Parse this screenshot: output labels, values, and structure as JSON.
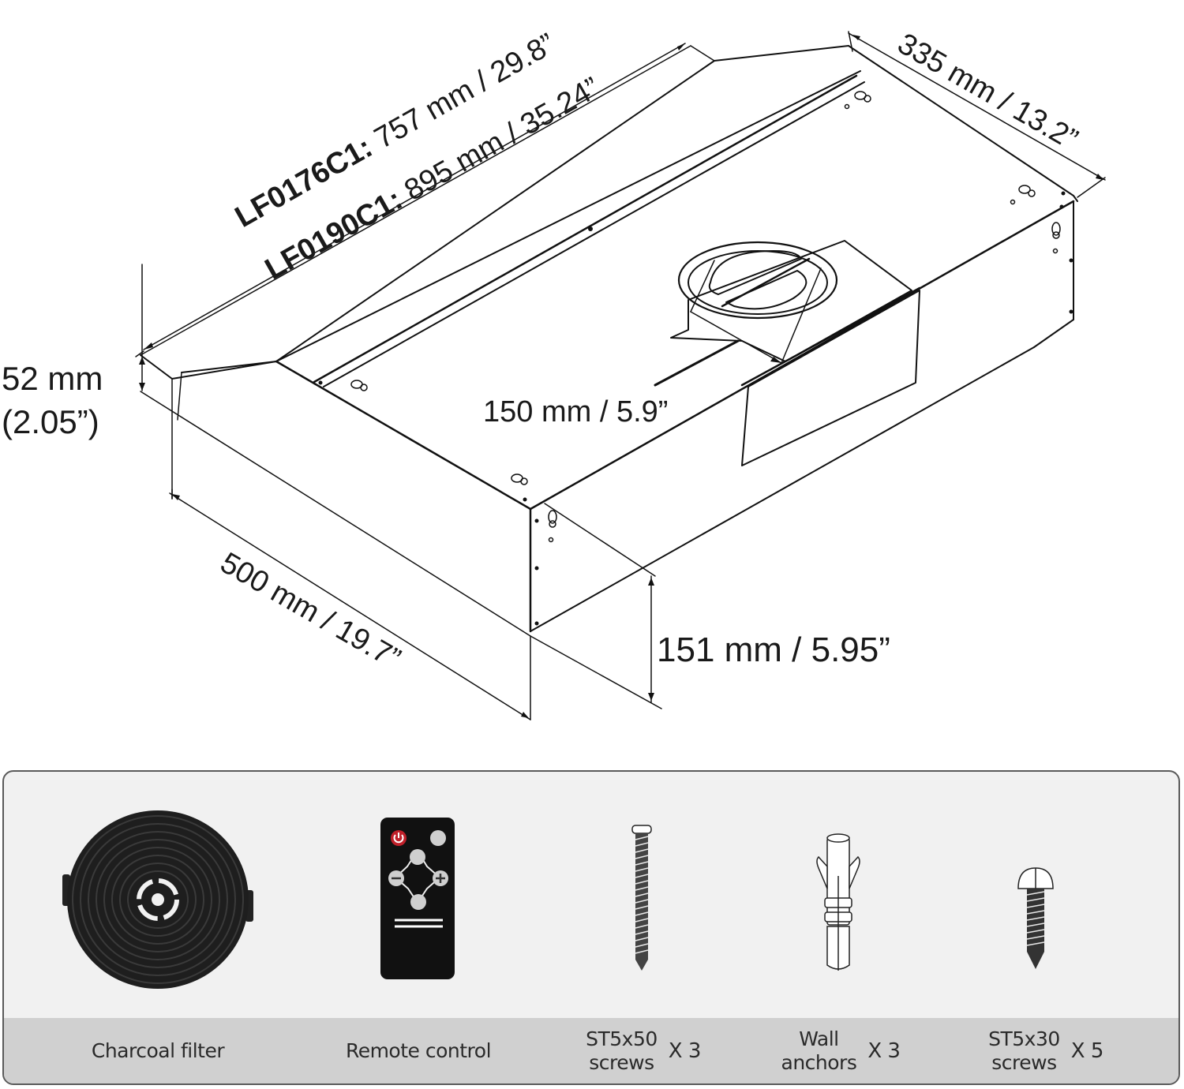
{
  "diagram": {
    "title": "Range hood dimension diagram",
    "dimensions": {
      "length_model_a": {
        "model": "LF0176C1:",
        "value": "757 mm / 29.8”"
      },
      "length_model_b": {
        "model": "LF0190C1:",
        "value": "895 mm / 35.24”"
      },
      "depth_top": "335 mm / 13.2”",
      "front_lip_height_line1": "52 mm",
      "front_lip_height_line2": "(2.05”)",
      "duct_diameter": "150 mm / 5.9”",
      "depth_bottom": "500 mm / 19.7”",
      "body_height": "151 mm / 5.95”"
    }
  },
  "accessories": {
    "items": [
      {
        "icon": "charcoal-filter-icon",
        "label": "Charcoal filter",
        "qty": ""
      },
      {
        "icon": "remote-control-icon",
        "label": "Remote control",
        "qty": ""
      },
      {
        "icon": "long-screw-icon",
        "label_line1": "ST5x50",
        "label_line2": "screws",
        "qty": "X 3"
      },
      {
        "icon": "wall-anchor-icon",
        "label_line1": "Wall",
        "label_line2": "anchors",
        "qty": "X 3"
      },
      {
        "icon": "short-screw-icon",
        "label_line1": "ST5x30",
        "label_line2": "screws",
        "qty": "X 5"
      }
    ],
    "colors": {
      "panel_bg": "#f1f1f1",
      "caption_bar_bg": "#d0d0d0",
      "panel_border": "#5a5a5a",
      "remote_body": "#111111",
      "power_button": "#c0202a"
    }
  }
}
